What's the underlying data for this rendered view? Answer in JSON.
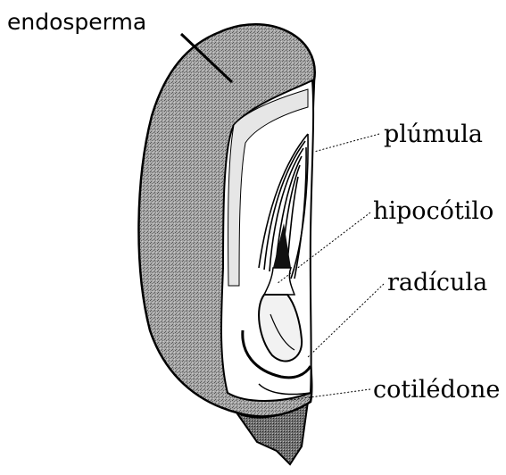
{
  "diagram": {
    "labels": {
      "endosperma": "endosperma",
      "plumula": "plúmula",
      "hipocotilo": "hipocótilo",
      "radicula": "radícula",
      "cotiledone": "cotilédone"
    },
    "colors": {
      "ink": "#000000",
      "endosperm_fill": "#9a9a9a",
      "embryo_fill": "#ffffff",
      "background": "#ffffff"
    }
  }
}
